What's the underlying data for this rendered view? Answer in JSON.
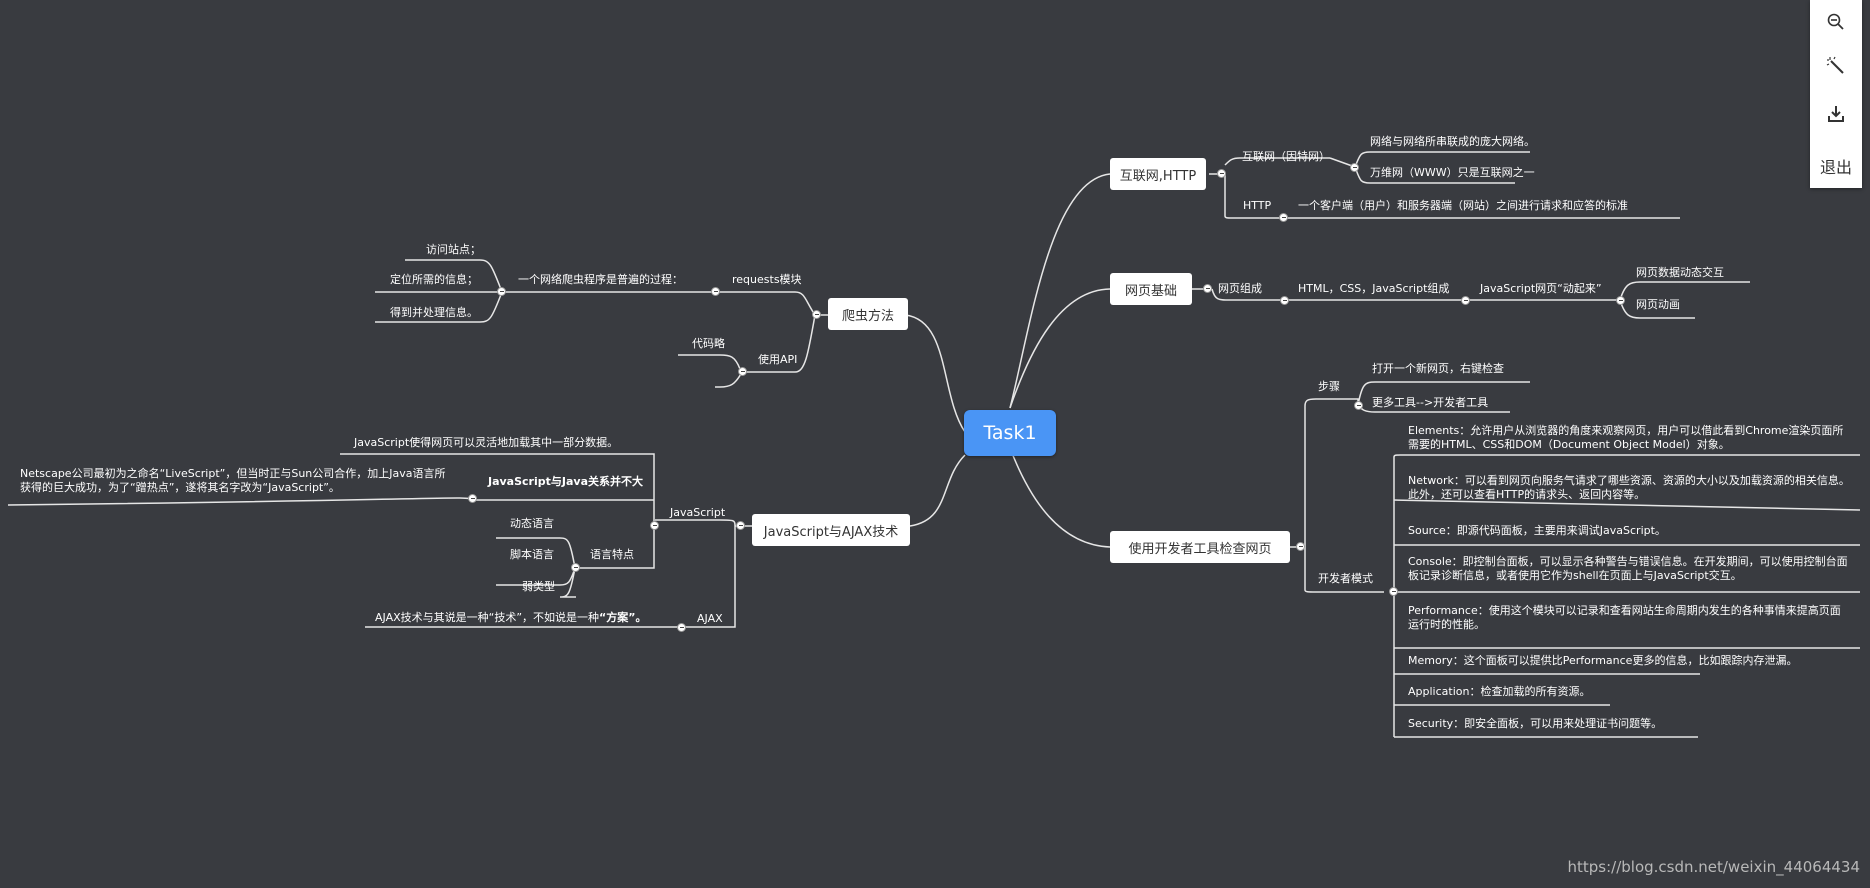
{
  "root": "Task1",
  "topics": {
    "internet": "互联网,HTTP",
    "web_basics": "网页基础",
    "devtools": "使用开发者工具检查网页",
    "crawler": "爬虫方法",
    "js_ajax": "JavaScript与AJAX技术"
  },
  "internet": {
    "net": "互联网（因特网）",
    "net_def": "网络与网络所串联成的庞大网络。",
    "www": "万维网（WWW）只是互联网之一",
    "http": "HTTP",
    "http_def": "一个客户端（用户）和服务器端（网站）之间进行请求和应答的标准"
  },
  "web_basics": {
    "composition": "网页组成",
    "html_css_js": "HTML，CSS，JavaScript组成",
    "js_move": "JavaScript网页“动起来”",
    "dynamic": "网页数据动态交互",
    "animation": "网页动画"
  },
  "devtools": {
    "steps": "步骤",
    "step1": "打开一个新网页，右键检查",
    "step2": "更多工具-->开发者工具",
    "mode": "开发者模式",
    "elements": "Elements：允许用户从浏览器的角度来观察网页，用户可以借此看到Chrome渲染页面所需要的HTML、CSS和DOM（Document Object Model）对象。",
    "network": "Network：可以看到网页向服务气请求了哪些资源、资源的大小以及加载资源的相关信息。此外，还可以查看HTTP的请求头、返回内容等。",
    "source": "Source：即源代码面板，主要用来调试JavaScript。",
    "console": "Console：即控制台面板，可以显示各种警告与错误信息。在开发期间，可以使用控制台面板记录诊断信息，或者使用它作为shell在页面上与JavaScript交互。",
    "performance": "Performance：使用这个模块可以记录和查看网站生命周期内发生的各种事情来提高页面运行时的性能。",
    "memory": "Memory：这个面板可以提供比Performance更多的信息，比如跟踪内存泄漏。",
    "application": "Application：检查加载的所有资源。",
    "security": "Security：即安全面板，可以用来处理证书问题等。"
  },
  "crawler": {
    "requests": "requests模块",
    "process": "一个网络爬虫程序是普遍的过程：",
    "visit": "访问站点；",
    "locate": "定位所需的信息；",
    "handle": "得到并处理信息。",
    "api": "使用API",
    "omitted": "代码略"
  },
  "js_ajax": {
    "javascript": "JavaScript",
    "js_load": "JavaScript使得网页可以灵活地加载其中一部分数据。",
    "js_java": "JavaScript与Java关系并不大",
    "netscape": "Netscape公司最初为之命名“LiveScript”，但当时正与Sun公司合作，加上Java语言所获得的巨大成功，为了“蹭热点”，遂将其名字改为“JavaScript”。",
    "features": "语言特点",
    "dynamic_lang": "动态语言",
    "script_lang": "脚本语言",
    "weak_type": "弱类型",
    "ajax": "AJAX",
    "ajax_def_pre": "AJAX技术与其说是一种“技术”，不如说是一种",
    "ajax_def_bold": "“方案”。"
  },
  "toolbar": {
    "zoom_out": "zoom-out-icon",
    "magic": "magic-wand-icon",
    "download": "download-icon",
    "exit": "退出"
  },
  "watermark": "https://blog.csdn.net/weixin_44064434",
  "colors": {
    "background": "#393b40",
    "root": "#4a95f5",
    "line": "#e6e6e6"
  }
}
